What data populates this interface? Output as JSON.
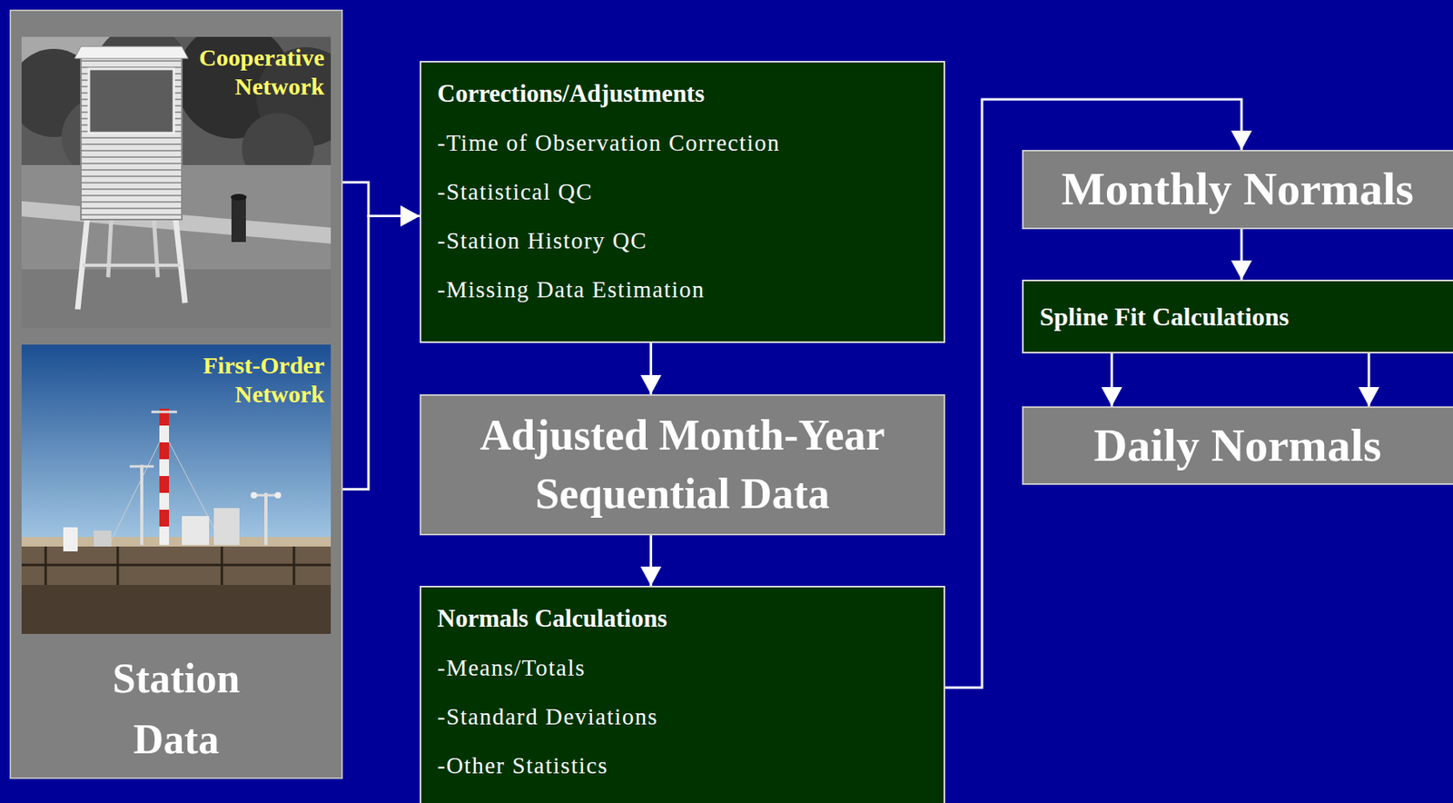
{
  "diagram": {
    "nodes": [
      {
        "text": [
          "Station Data"
        ]
      },
      {
        "text": [
          "Cooperative Network"
        ],
        "in": 0
      },
      {
        "text": [
          "First-Order Network"
        ],
        "in": 0
      },
      {
        "text": [
          "Corrections/Adjustments",
          "-Time of Observation Correction",
          "-Statistical QC",
          "-Station History QC",
          "-Missing Data Estimation"
        ]
      },
      {
        "text": [
          "Adjusted Month-Year Sequential Data"
        ]
      },
      {
        "text": [
          "Normals Calculations",
          "-Means/Totals",
          "-Standard Deviations",
          "-Other Statistics"
        ]
      },
      {
        "text": [
          "Monthly Normals"
        ]
      },
      {
        "text": [
          "Spline Fit Calculations"
        ]
      },
      {
        "text": [
          "Daily Normals"
        ]
      }
    ],
    "edges": [
      {
        "from": 1,
        "to": 3,
        "arrow": "to"
      },
      {
        "from": 2,
        "to": 3,
        "arrow": "to"
      },
      {
        "from": 3,
        "to": 4,
        "arrow": "to"
      },
      {
        "from": 4,
        "to": 5,
        "arrow": "to"
      },
      {
        "from": 5,
        "to": 6,
        "arrow": "to"
      },
      {
        "from": 6,
        "to": 7,
        "arrow": "to"
      },
      {
        "from": 7,
        "to": 8,
        "arrow": "to"
      },
      {
        "from": 7,
        "to": 8,
        "arrow": "to"
      }
    ]
  }
}
